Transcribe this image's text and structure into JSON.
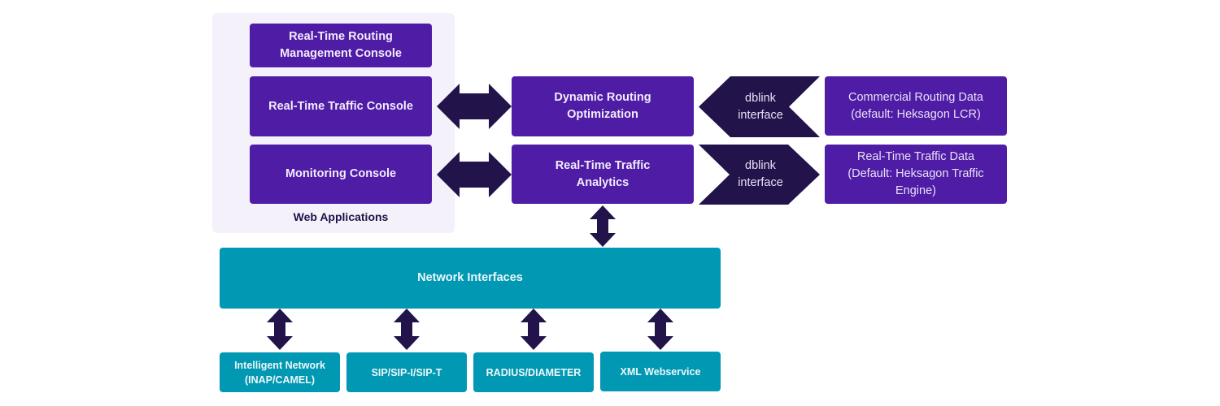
{
  "colors": {
    "purple_box": "#4f1ca6",
    "teal_box": "#0098b3",
    "arrow_dark": "#22134a",
    "panel_bg": "#f4f1fa"
  },
  "web_applications": {
    "label": "Web Applications",
    "consoles": [
      "Real-Time Routing Management Console",
      "Real-Time Traffic Console",
      "Monitoring Console"
    ]
  },
  "core": {
    "dynamic_routing": "Dynamic Routing Optimization",
    "traffic_analytics": "Real-Time Traffic Analytics"
  },
  "interfaces": {
    "dblink_top": "dblink interface",
    "dblink_bottom": "dblink interface"
  },
  "data_sources": {
    "commercial_routing": "Commercial Routing Data (default: Heksagon LCR)",
    "traffic_data": "Real-Time Traffic Data (Default: Heksagon Traffic Engine)"
  },
  "network": {
    "label": "Network Interfaces",
    "protocols": [
      "Intelligent Network (INAP/CAMEL)",
      "SIP/SIP-I/SIP-T",
      "RADIUS/DIAMETER",
      "XML Webservice"
    ]
  },
  "icons": {
    "horizontal_arrow": "double-arrow-horizontal-icon",
    "vertical_arrow": "double-arrow-vertical-icon",
    "chevron_left": "chevron-left-icon",
    "chevron_right": "chevron-right-icon"
  }
}
